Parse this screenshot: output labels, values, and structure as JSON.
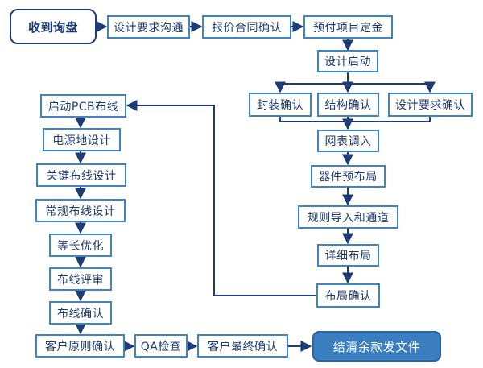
{
  "nodes": {
    "start": "收到询盘",
    "design_comm": "设计要求沟通",
    "quote_confirm": "报价合同确认",
    "deposit": "预付项目定金",
    "design_start": "设计启动",
    "package_confirm": "封装确认",
    "structure_confirm": "结构确认",
    "design_req_confirm": "设计要求确认",
    "netlist_import": "网表调入",
    "prelayout": "器件预布局",
    "rules_import": "规则导入和通道",
    "detail_layout": "详细布局",
    "layout_confirm": "布局确认",
    "pcb_start": "启动PCB布线",
    "power_design": "电源地设计",
    "key_routing": "关键布线设计",
    "normal_routing": "常规布线设计",
    "length_opt": "等长优化",
    "routing_review": "布线评审",
    "routing_confirm": "布线确认",
    "customer_rules": "客户原则确认",
    "qa_check": "QA检查",
    "customer_final": "客户最终确认",
    "end": "结清余款发文件"
  },
  "colors": {
    "arrow": "#1d3c78",
    "border": "#3f84c5",
    "end_fill": "#3a7ec0"
  }
}
